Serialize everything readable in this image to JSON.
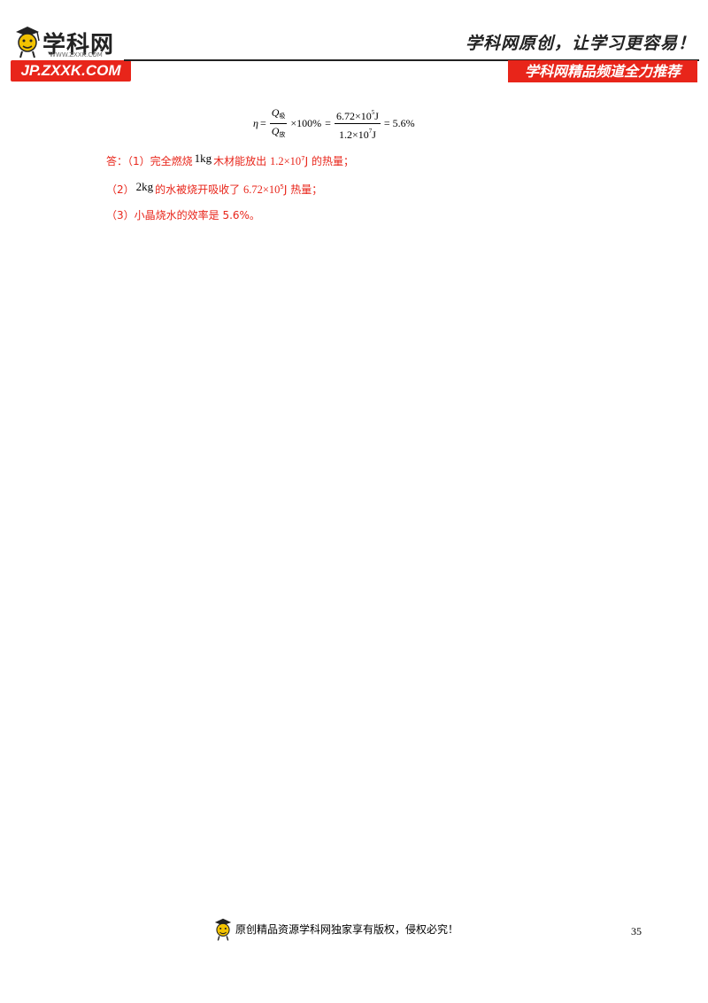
{
  "header": {
    "logo_text": "学科网",
    "logo_sub": "WWW.ZXXK.COM",
    "site_badge": "JP.ZXXK.COM",
    "slogan": "学科网原创，让学习更容易！",
    "channel_badge": "学科网精品频道全力推荐",
    "colors": {
      "brand_red": "#e8251a",
      "mascot_yellow": "#f2c200"
    }
  },
  "formula": {
    "eta": "η",
    "eq1": "=",
    "q": "Q",
    "sub_absorb": "吸",
    "sub_release": "放",
    "times100": "×100%",
    "eq2": "=",
    "num_main": "6.72×10",
    "num_exp": "5",
    "num_unit": "J",
    "den_main": "1.2×10",
    "den_exp": "7",
    "den_unit": "J",
    "result": "= 5.6%"
  },
  "answer": {
    "line1": {
      "prefix": "答：（1）完全燃烧",
      "unit": "1kg",
      "mid": "木材能放出",
      "value": "1.2×10",
      "exp": "7",
      "suffix": "J 的热量；"
    },
    "line2": {
      "prefix": "（2）",
      "unit": "2kg",
      "mid": "的水被烧开吸收了",
      "value": "6.72×10",
      "exp": "5",
      "suffix": "J 热量；"
    },
    "line3": {
      "text": "（3）小晶烧水的效率是 5.6%。"
    }
  },
  "footer": {
    "text": "原创精品资源学科网独家享有版权，侵权必究！",
    "page_number": "35"
  }
}
